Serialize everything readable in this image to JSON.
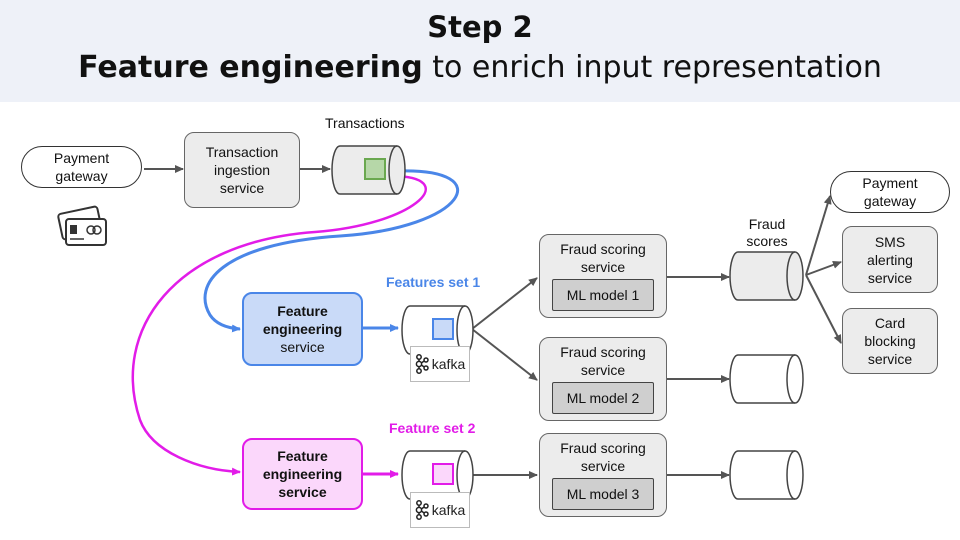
{
  "header": {
    "step": "Step 2",
    "subtitle_bold": "Feature engineering",
    "subtitle_rest": " to enrich input representation"
  },
  "nodes": {
    "payment_gateway_in": "Payment gateway",
    "transaction_ingestion": "Transaction ingestion service",
    "transactions_label": "Transactions",
    "features_set_1": "Features set 1",
    "feature_set_2": "Feature set 2",
    "feature_eng_1_bold": "Feature engineering",
    "feature_eng_1_rest": "service",
    "feature_eng_2": "Feature engineering service",
    "fraud_scoring_1": "Fraud scoring service",
    "fraud_scoring_2": "Fraud scoring service",
    "fraud_scoring_3": "Fraud scoring service",
    "ml_model_1": "ML model 1",
    "ml_model_2": "ML model 2",
    "ml_model_3": "ML model 3",
    "fraud_scores": "Fraud scores",
    "payment_gateway_out": "Payment gateway",
    "sms_alerting": "SMS alerting service",
    "card_blocking": "Card blocking service",
    "kafka_1": "kafka",
    "kafka_2": "kafka"
  },
  "icons": [
    "credit-card-icon",
    "kafka-logo-icon"
  ],
  "colors": {
    "blue": "#4a86e8",
    "magenta": "#e21ce8",
    "blue_fill": "#c9daf8",
    "magenta_fill": "#fbd7fb",
    "green": "#6aa84f"
  }
}
